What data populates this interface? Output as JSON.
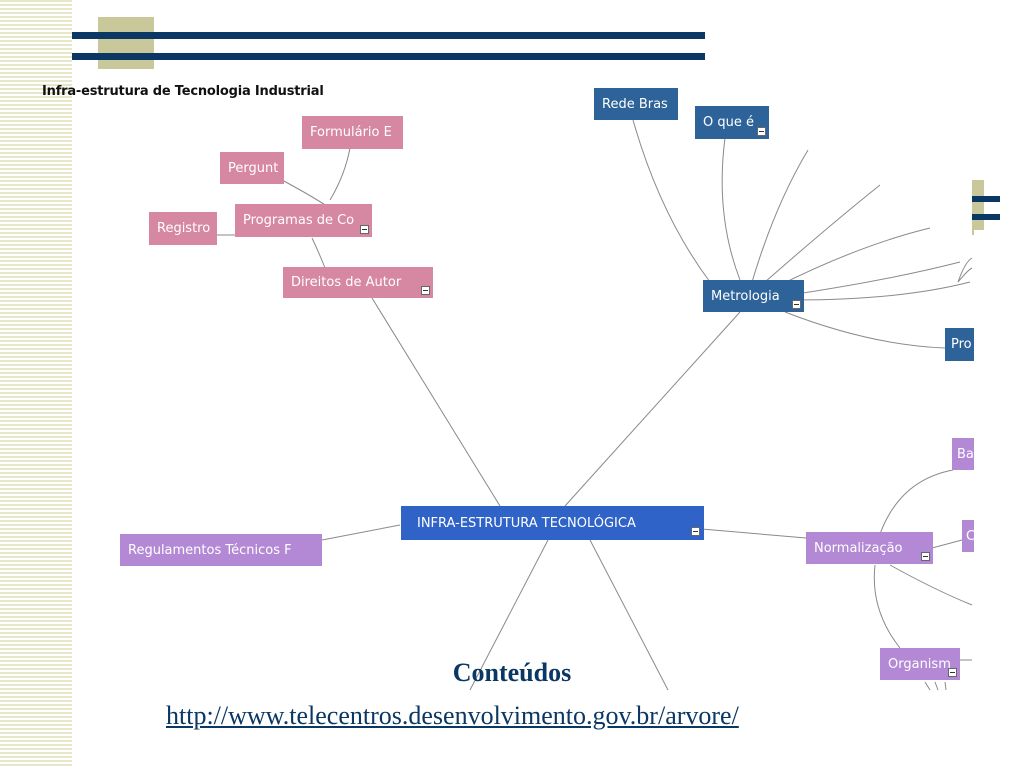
{
  "tree_title": "Infra-estrutura de Tecnologia Industrial",
  "caption": "Conteúdos",
  "link": "http://www.telecentros.desenvolvimento.gov.br/arvore/",
  "nodes": {
    "root": "INFRA-ESTRUTURA TECNOLÓGICA",
    "formulario": "Formulário E",
    "pergunt": "Pergunt",
    "registro": "Registro",
    "programas": "Programas de Co",
    "direitos": "Direitos de Autor",
    "rede": "Rede Bras",
    "oque": "O que é",
    "metrologia": "Metrologia",
    "pro": "Pro",
    "regulamentos": "Regulamentos Técnicos F",
    "normalizacao": "Normalização",
    "ba": "Ba",
    "c": "C",
    "organism": "Organism"
  },
  "colors": {
    "pink": "#d687a1",
    "dark_blue": "#2e6399",
    "root_blue": "#2f63c7",
    "purple": "#b389d6",
    "navy": "#0a3763"
  }
}
